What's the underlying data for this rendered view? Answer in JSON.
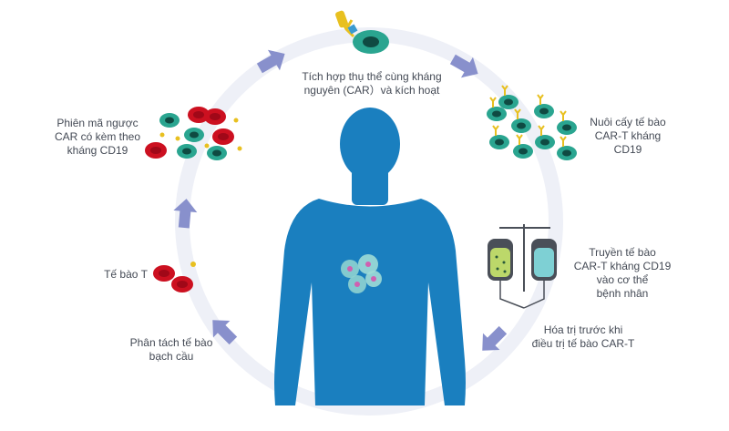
{
  "steps": [
    {
      "id": "activate",
      "lines": [
        "Tích hợp thụ thể cùng kháng",
        "nguyên (CAR）và kích hoạt"
      ]
    },
    {
      "id": "culture",
      "lines": [
        "Nuôi cấy tế bào",
        "CAR-T kháng",
        "CD19"
      ]
    },
    {
      "id": "infuse",
      "lines": [
        "Truyền tế bào",
        "CAR-T kháng CD19",
        "vào cơ thể",
        "bệnh nhân"
      ]
    },
    {
      "id": "precondition",
      "lines": [
        "Hóa trị trước khi",
        "điều trị tế bào CAR-T"
      ]
    },
    {
      "id": "separate",
      "lines": [
        "Phân tách tế bào",
        "bạch cầu"
      ]
    },
    {
      "id": "tcell",
      "lines": [
        "Tế bào T"
      ]
    },
    {
      "id": "transcribe",
      "lines": [
        "Phiên mã ngược",
        "CAR có kèm theo",
        "kháng CD19"
      ]
    }
  ],
  "colors": {
    "body": "#1a7fbf",
    "cycle_ring": "#eef0f7",
    "arrow": "#8890cc",
    "t_cell": "#cc1020",
    "car_t_cell": "#2aa590",
    "car_receptor": "#e8c020",
    "bag_green": "#bcd86a",
    "bag_cyan": "#7ed0d4",
    "stand": "#4a4f58",
    "text": "#444a55"
  },
  "icons": [
    "human-silhouette-icon",
    "tumor-cells-icon",
    "iv-bags-icon",
    "t-cell-icon",
    "car-t-cell-icon",
    "cycle-arrow-icon"
  ]
}
